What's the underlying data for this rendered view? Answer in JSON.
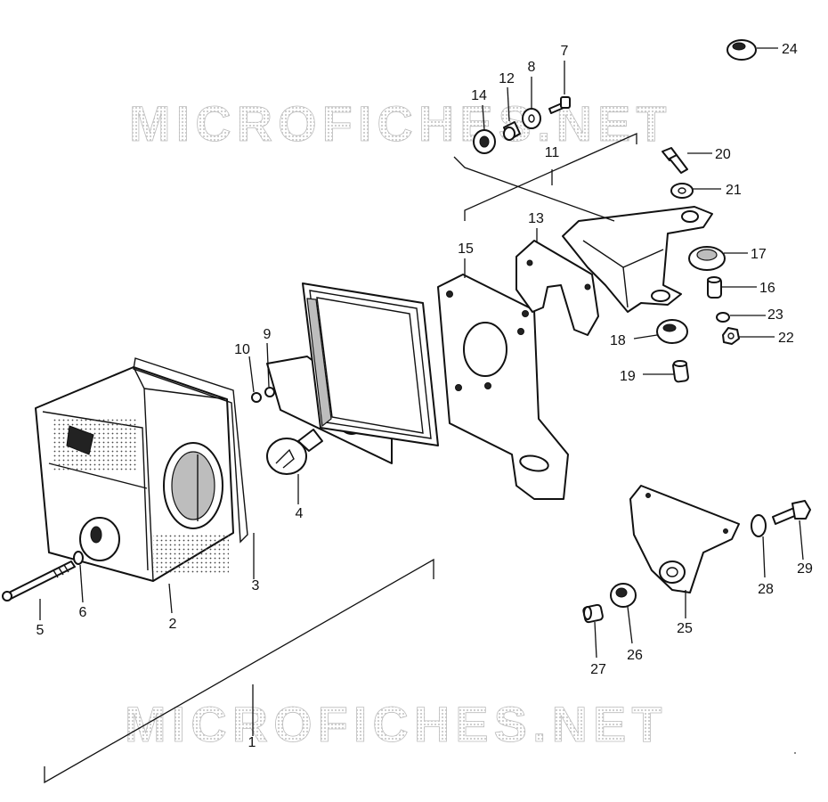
{
  "watermark": {
    "top_text": "MICROFICHES.NET",
    "bottom_text": "MICROFICHES.NET"
  },
  "callouts": {
    "c1": "1",
    "c2": "2",
    "c3": "3",
    "c4": "4",
    "c5": "5",
    "c6": "6",
    "c7": "7",
    "c8": "8",
    "c9": "9",
    "c10": "10",
    "c11": "11",
    "c12": "12",
    "c13": "13",
    "c14": "14",
    "c15": "15",
    "c16": "16",
    "c17": "17",
    "c18": "18",
    "c19": "19",
    "c20": "20",
    "c21": "21",
    "c22": "22",
    "c23": "23",
    "c24": "24",
    "c25": "25",
    "c26": "26",
    "c27": "27",
    "c28": "28",
    "c29": "29"
  }
}
